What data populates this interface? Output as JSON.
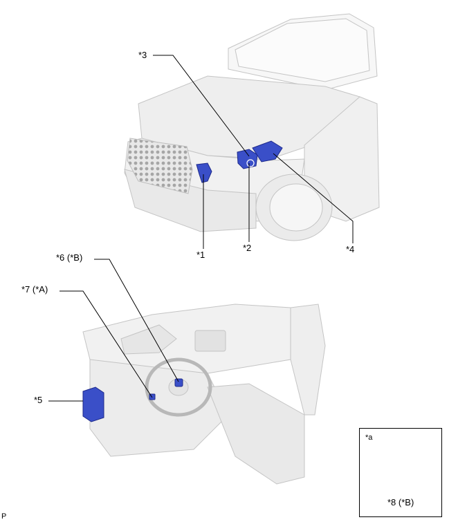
{
  "diagram": {
    "callouts": {
      "c1": "*1",
      "c2": "*2",
      "c3": "*3",
      "c4": "*4",
      "c5": "*5",
      "c6": "*6",
      "c6_ref": "(*B)",
      "c7": "*7",
      "c7_ref": "(*A)",
      "c8": "*8",
      "c8_ref": "(*B)"
    },
    "inset_label": "*a",
    "corner_mark": "P",
    "colors": {
      "component": "#3a4fc8",
      "component_dark": "#1e2a8a",
      "line": "#000000",
      "vehicle_outline": "#c4c4c4",
      "vehicle_fill": "#f4f4f4"
    }
  }
}
